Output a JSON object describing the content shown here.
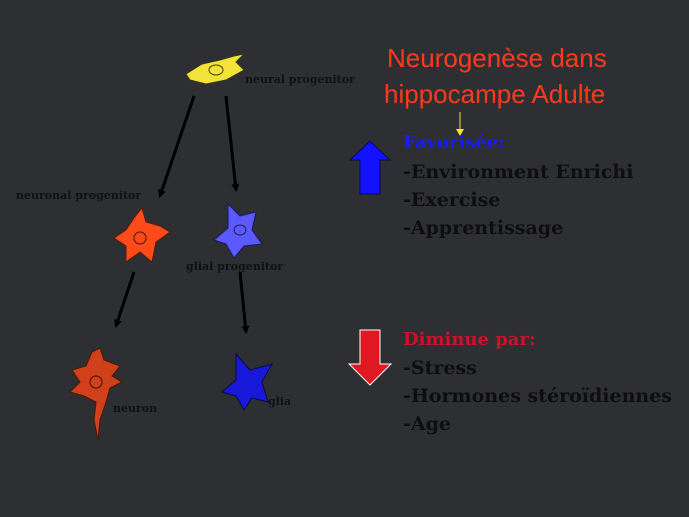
{
  "title": {
    "line1": "Neurogenèse dans",
    "line2": "hippocampe Adulte"
  },
  "cells": {
    "neural_progenitor": "neural progenitor",
    "neuronal_progenitor": "neuronal progenitor",
    "glial_progenitor": "glial progenitor",
    "neuron": "neuron",
    "glia": "glia"
  },
  "favored": {
    "heading": "Favorisée:",
    "items": [
      "-Environment Enrichi",
      "-Exercise",
      "-Apprentissage"
    ]
  },
  "decreased": {
    "heading": "Diminue par:",
    "items": [
      "-Stress",
      "-Hormones stéroïdiennes",
      "-Age"
    ]
  },
  "colors": {
    "background": "#2e2f33",
    "title": "#ff3a1c",
    "favored_heading": "#1a1aff",
    "decreased_heading": "#d0102a",
    "up_arrow": "#1212ff",
    "down_arrow": "#e01822",
    "neural_progenitor": "#f2e23a",
    "neuronal_progenitor": "#ff4a1a",
    "glial_progenitor": "#5a5aff",
    "neuron": "#d0401a",
    "glia": "#1818d8"
  }
}
